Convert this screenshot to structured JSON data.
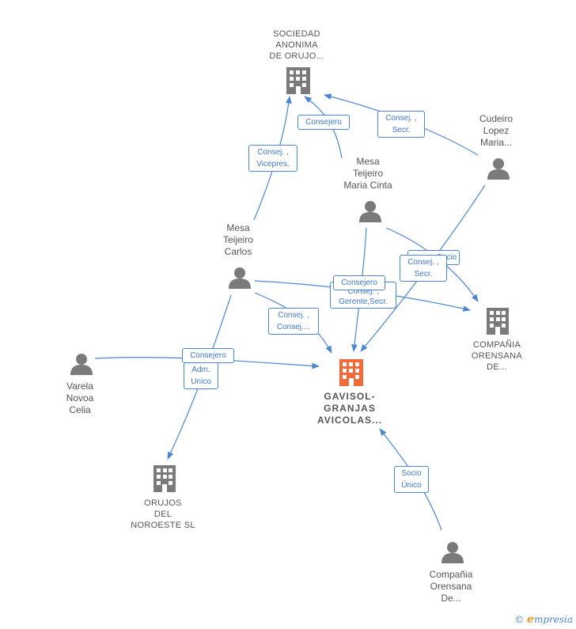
{
  "nodes": {
    "sociedad_anonima": "SOCIEDAD\nANONIMA\nDE ORUJO...",
    "cudeiro": "Cudeiro\nLopez\nMaria...",
    "mesa_maria_cinta": "Mesa\nTeijeiro\nMaria Cinta",
    "mesa_carlos": "Mesa\nTeijeiro\nCarlos",
    "compania_orensana_de": "COMPAÑIA\nORENSANA\nDE...",
    "varela": "Varela\nNovoa\nCelia",
    "gavisol": "GAVISOL-\nGRANJAS\nAVICOLAS...",
    "orujos_noroeste": "ORUJOS\nDEL\nNOROESTE  SL",
    "compania_orensana_person": "Compañia\nOrensana\nDe..."
  },
  "edges": {
    "cudeiro_sociedad": "Consej. ,\nSecr.",
    "maria_cinta_sociedad": "Consejero",
    "carlos_sociedad": "Consej. ,\nVicepres.",
    "cudeiro_gavisol_back": "Socio",
    "cudeiro_gavisol": "Consej. ,\nSecr.",
    "maria_cinta_gavisol_back": "Consej. ,\nGerente,Secr.",
    "maria_cinta_gavisol": "Consejero",
    "carlos_gavisol": "Consej. ,\nConsej....",
    "varela_gavisol": "Consejero",
    "carlos_orujos": "Adm.\nUnico",
    "socio_unico": "Socio\nÚnico"
  },
  "colors": {
    "edge": "#4a86d4",
    "node_gray": "#7a7a7a",
    "main_company": "#f26a3a"
  },
  "footer": {
    "copyright": "©",
    "brand_initial": "e",
    "brand_rest": "mpresia"
  }
}
